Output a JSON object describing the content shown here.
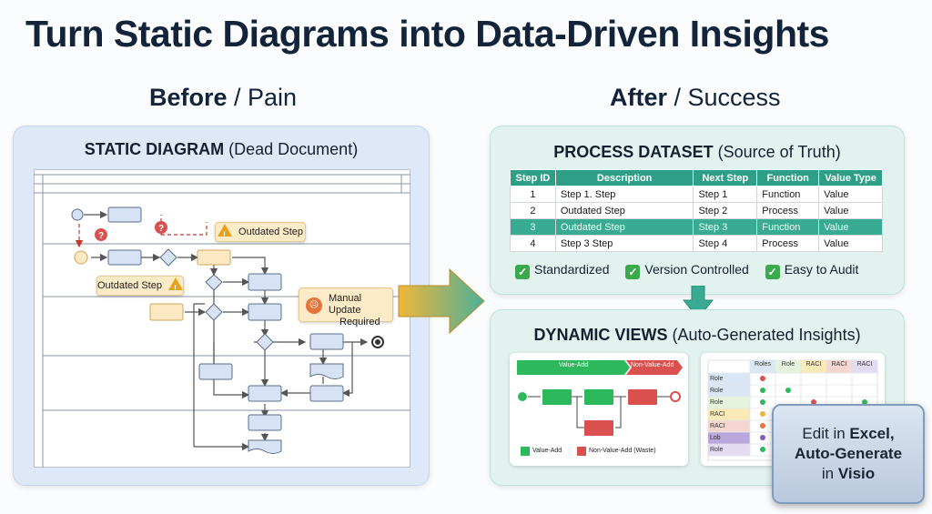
{
  "title": "Turn Static Diagrams into Data-Driven Insights",
  "before": {
    "bold": "Before",
    "rest": " / Pain"
  },
  "after": {
    "bold": "After",
    "rest": " / Success"
  },
  "static_panel": {
    "title_bold": "STATIC DIAGRAM",
    "title_rest": " (Dead Document)",
    "callout_outdated_1": "Outdated Step",
    "callout_outdated_2": "Outdated Step",
    "callout_manual_line1": "Manual Update",
    "callout_manual_line2": "Required"
  },
  "dataset_panel": {
    "title_bold": "PROCESS DATASET",
    "title_rest": " (Source of Truth)",
    "headers": [
      "Step ID",
      "Description",
      "Next Step",
      "Function",
      "Value Type"
    ],
    "rows": [
      [
        "1",
        "Step 1. Step",
        "Step 1",
        "Function",
        "Value"
      ],
      [
        "2",
        "Outdated Step",
        "Step 2",
        "Process",
        "Value"
      ],
      [
        "3",
        "Outdated Step",
        "Step 3",
        "Function",
        "Value"
      ],
      [
        "4",
        "Step 3 Step",
        "Step 4",
        "Process",
        "Value"
      ]
    ],
    "checks": [
      "Standardized",
      "Version Controlled",
      "Easy to Audit"
    ]
  },
  "views_panel": {
    "title_bold": "DYNAMIC VIEWS",
    "title_rest": " (Auto-Generated Insights)",
    "flow_band_value": "Value-Add",
    "flow_band_nonvalue": "Non-Value-Add",
    "legend_value": "Value-Add",
    "legend_nonvalue": "Non-Value-Add (Waste)",
    "matrix_headers": [
      "Roles",
      "Role",
      "RACI",
      "RACI",
      "RACI"
    ],
    "matrix_rows": [
      "Role",
      "Role",
      "Role",
      "RACI",
      "RACI",
      "Lob",
      "Role"
    ]
  },
  "badge": {
    "line1_pre": "Edit in ",
    "line1_bold": "Excel,",
    "line2": "Auto-Generate",
    "line3_pre": "in ",
    "line3_bold": "Visio"
  },
  "colors": {
    "accent_teal": "#2f9e86",
    "value_add": "#2eb85c",
    "non_value_add": "#d9504e",
    "warning": "#e8a21a",
    "arrow_gold": "#e8b43a"
  },
  "icons": [
    "warning-icon",
    "angry-face-icon",
    "question-icon",
    "check-icon",
    "arrow-right-icon",
    "arrow-down-icon"
  ]
}
